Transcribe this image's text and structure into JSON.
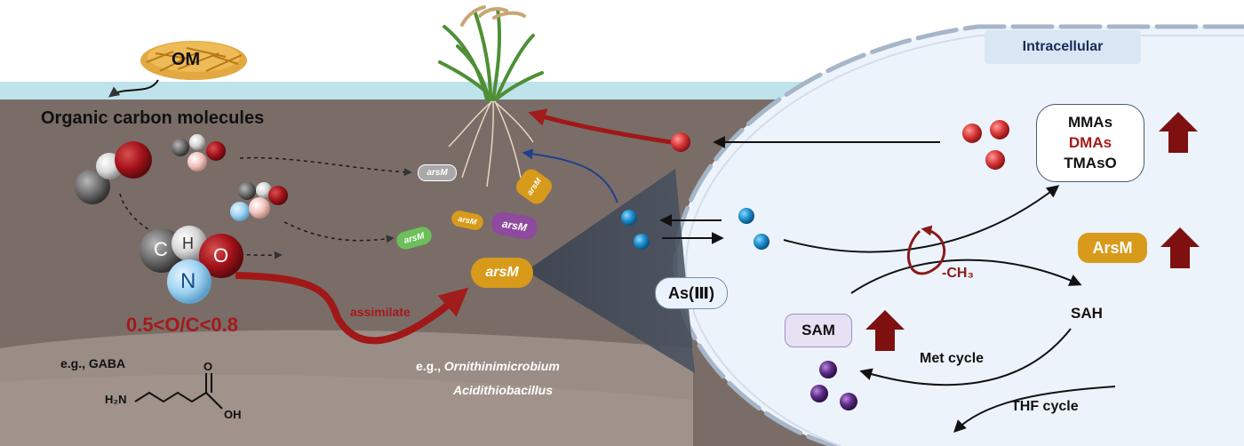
{
  "labels": {
    "om": "OM",
    "organic_carbon": "Organic  carbon molecules",
    "atom_c": "C",
    "atom_h": "H",
    "atom_o": "O",
    "atom_n": "N",
    "ratio": "0.5<O/C<0.8",
    "example_gaba": "e.g., GABA",
    "chem_h2n": "H₂N",
    "chem_o": "O",
    "chem_oh": "OH",
    "assimilate": "assimilate",
    "example_prefix": "e.g., ",
    "microbe1": "Ornithinimicrobium",
    "microbe2": "Acidithiobacillus",
    "as3": "As(Ⅲ)",
    "intracellular": "Intracellular",
    "mmas": "MMAs",
    "dmas": "DMAs",
    "tmaso": "TMAsO",
    "arsm_protein": "ArsM",
    "ch3": "-CH₃",
    "sah": "SAH",
    "sam": "SAM",
    "met_cycle": "Met cycle",
    "thf_cycle": "THF cycle"
  },
  "genes": {
    "g1": "arsM",
    "g2": "arsM",
    "g3": "arsM",
    "g4": "arsM",
    "g5": "arsM",
    "g6": "arsM"
  },
  "colors": {
    "soil": "#7a6d68",
    "water": "#bfe3ea",
    "cell": "#edf3fb",
    "arsenic_blue": "#1b8fd0",
    "methyl_red": "#d83838",
    "sam_purple": "#5b2a86",
    "dark_red": "#8b1a1a",
    "gene_orange": "#d89a1a",
    "gene_purple": "#8e4a9e",
    "gene_green": "#6cbf5a",
    "gene_gray": "#9a9a9a"
  }
}
